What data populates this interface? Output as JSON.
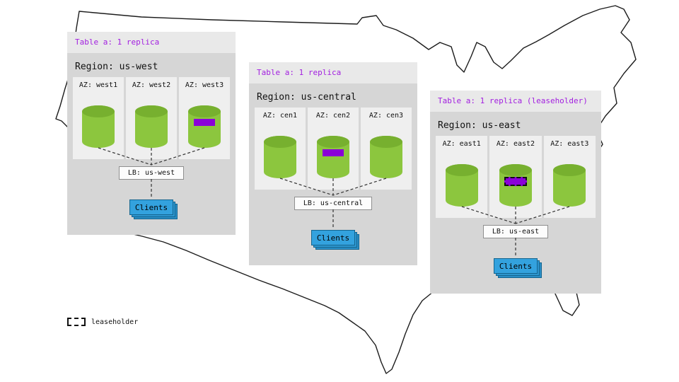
{
  "legend": {
    "label": "leaseholder"
  },
  "regions": [
    {
      "title": "Table a: 1 replica",
      "region_label": "Region: us-west",
      "azs": [
        {
          "label": "AZ: west1",
          "has_replica": false,
          "is_leaseholder": false
        },
        {
          "label": "AZ: west2",
          "has_replica": false,
          "is_leaseholder": false
        },
        {
          "label": "AZ: west3",
          "has_replica": true,
          "is_leaseholder": false
        }
      ],
      "lb": "LB: us-west",
      "clients": "Clients"
    },
    {
      "title": "Table a: 1 replica",
      "region_label": "Region: us-central",
      "azs": [
        {
          "label": "AZ: cen1",
          "has_replica": false,
          "is_leaseholder": false
        },
        {
          "label": "AZ: cen2",
          "has_replica": true,
          "is_leaseholder": false
        },
        {
          "label": "AZ: cen3",
          "has_replica": false,
          "is_leaseholder": false
        }
      ],
      "lb": "LB: us-central",
      "clients": "Clients"
    },
    {
      "title": "Table a: 1 replica (leaseholder)",
      "region_label": "Region: us-east",
      "azs": [
        {
          "label": "AZ: east1",
          "has_replica": false,
          "is_leaseholder": false
        },
        {
          "label": "AZ: east2",
          "has_replica": true,
          "is_leaseholder": true
        },
        {
          "label": "AZ: east3",
          "has_replica": false,
          "is_leaseholder": false
        }
      ],
      "lb": "LB: us-east",
      "clients": "Clients"
    }
  ],
  "colors": {
    "title_text": "#a21fe0",
    "replica_fill": "#8a00d8",
    "cylinder_body": "#8cc63e",
    "cylinder_top": "#77b02f",
    "clients_fill": "#33a2de",
    "card_bg": "#d6d6d6",
    "card_header_bg": "#e9e9e9",
    "az_tile_bg": "#efefef",
    "map_outline": "#1c1c1c"
  }
}
